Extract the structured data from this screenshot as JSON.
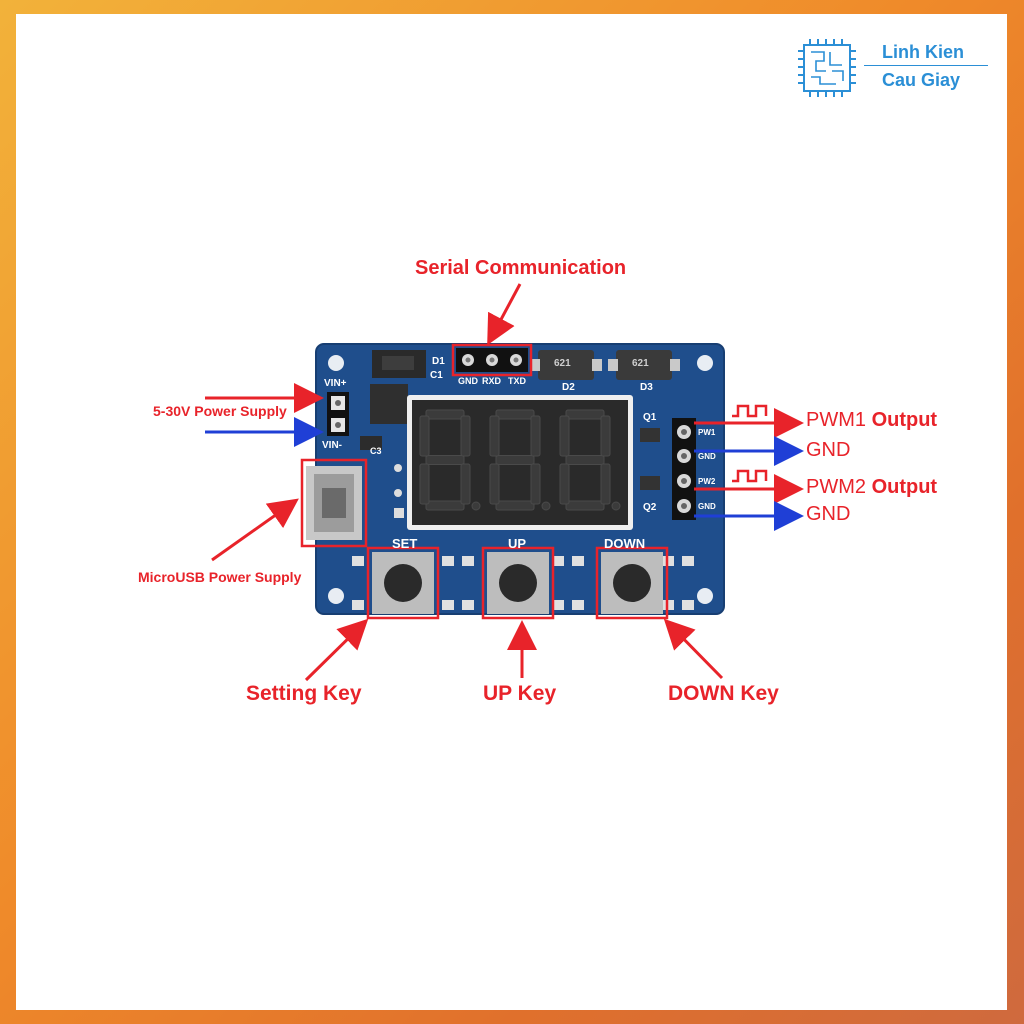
{
  "logo": {
    "line1": "Linh Kien",
    "line2": "Cau Giay",
    "color": "#2b8fd6"
  },
  "labels": {
    "serial": "Serial Communication",
    "power": "5-30V Power Supply",
    "usb": "MicroUSB Power Supply",
    "setting_key": "Setting Key",
    "up_key": "UP Key",
    "down_key": "DOWN Key"
  },
  "outputs": [
    {
      "signal": "PWM1",
      "word": "Output"
    },
    {
      "signal": "GND",
      "word": ""
    },
    {
      "signal": "PWM2",
      "word": "Output"
    },
    {
      "signal": "GND",
      "word": ""
    }
  ],
  "board": {
    "pins": [
      "GND",
      "RXD",
      "TXD"
    ],
    "buttons": [
      "SET",
      "UP",
      "DOWN"
    ],
    "vin_plus": "VIN+",
    "vin_minus": "VIN-",
    "side_pins": [
      "PW1",
      "GND",
      "PW2",
      "GND"
    ],
    "refs": {
      "d1": "D1",
      "c1": "C1",
      "d2": "D2",
      "d3": "D3",
      "q1": "Q1",
      "q2": "Q2",
      "c3": "C3",
      "ss": "621"
    }
  },
  "colors": {
    "accent_red": "#e8232a",
    "arrow_blue": "#1f3fd6",
    "pcb": "#1f4e8c"
  }
}
